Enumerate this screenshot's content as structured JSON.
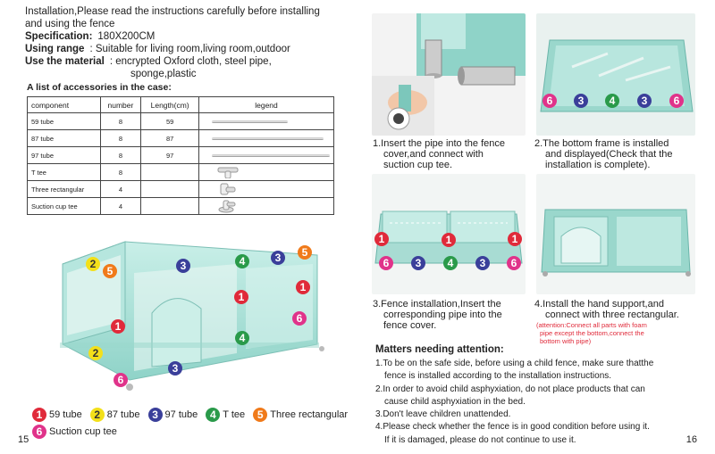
{
  "left_page": {
    "intro": "Installation,Please read the instructions carefully before installing and using the fence",
    "specification": {
      "label": "Specification:",
      "value": "180X200CM"
    },
    "using_range": {
      "label": "Using range",
      "value": ": Suitable for living room,living room,outdoor"
    },
    "material": {
      "label": "Use the material",
      "value": ": encrypted Oxford cloth,   steel pipe,",
      "value2": "sponge,plastic"
    },
    "accessories_title": "A list of accessories in the case:",
    "table": {
      "headers": [
        "component",
        "number",
        "Length(cm)",
        "legend"
      ],
      "rows": [
        {
          "component": "59 tube",
          "number": "8",
          "length": "59"
        },
        {
          "component": "87 tube",
          "number": "8",
          "length": "87"
        },
        {
          "component": "97 tube",
          "number": "8",
          "length": "97"
        },
        {
          "component": "T tee",
          "number": "8",
          "length": ""
        },
        {
          "component": "Three rectangular",
          "number": "4",
          "length": ""
        },
        {
          "component": "Suction cup tee",
          "number": "4",
          "length": ""
        }
      ]
    },
    "legend": [
      {
        "num": "1",
        "label": "59 tube"
      },
      {
        "num": "2",
        "label": "87 tube"
      },
      {
        "num": "3",
        "label": "97 tube"
      },
      {
        "num": "4",
        "label": "T tee"
      },
      {
        "num": "5",
        "label": "Three rectangular"
      },
      {
        "num": "6",
        "label": "Suction cup tee"
      }
    ],
    "page_number": "15"
  },
  "right_page": {
    "step1": {
      "line1": "1.Insert the pipe into the fence",
      "line2": "cover,and connect with",
      "line3": "suction cup tee."
    },
    "step2": {
      "line1": "2.The bottom frame is installed",
      "line2": "and displayed(Check that the",
      "line3": "installation is complete)."
    },
    "step3": {
      "line1": "3.Fence installation,Insert the",
      "line2": "corresponding pipe into the",
      "line3": "fence cover."
    },
    "step4": {
      "line1": "4.Install the hand support,and",
      "line2": "connect with three rectangular.",
      "note1": "(attention:Connect all parts with foam",
      "note2": "pipe except the bottom,connect the",
      "note3": "bottom with pipe)"
    },
    "attention_title": "Matters needing attention:",
    "attention": [
      {
        "line": "1.To be on the safe side, before using a child fence, make sure thatthe",
        "cont": "fence is installed according to the installation instructions."
      },
      {
        "line": "2.In order to avoid child asphyxiation, do not place products that can",
        "cont": "cause child asphyxiation in the bed."
      },
      {
        "line": "3.Don't leave children unattended.",
        "cont": ""
      },
      {
        "line": "4.Please check whether the fence is in good condition before using it.",
        "cont": "If it is damaged, please do not continue to use it."
      }
    ],
    "page_number": "16"
  },
  "badges": {
    "one": "1",
    "two": "2",
    "three": "3",
    "four": "4",
    "five": "5",
    "six": "6"
  }
}
